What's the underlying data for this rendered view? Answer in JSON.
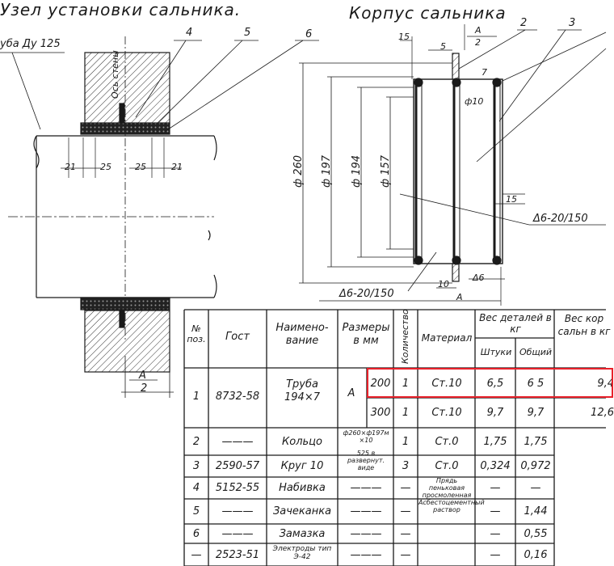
{
  "drawing": {
    "left_title": "Узел установки сальника.",
    "right_title": "Корпус сальника",
    "pipe_label": "уба Ду 125",
    "wall_axis_label": "Ось стены",
    "callouts": [
      "4",
      "5",
      "6",
      "2",
      "3"
    ],
    "left_dims": [
      "21",
      "25",
      "25",
      "21"
    ],
    "right_dims": {
      "top_15": "15",
      "top_5": "5",
      "top_a": "A",
      "top_2": "2",
      "top_7": "7",
      "phi10": "ф10",
      "side_15": "15",
      "d260": "ф 260",
      "d197": "ф 197",
      "d194": "ф 194",
      "d157": "ф 157",
      "weld_right": "Δ6-20/150",
      "weld_bottom": "Δ6-20/150",
      "weld_small": "Δ6",
      "bottom_10": "10",
      "bottom_a": "A",
      "left_a": "A",
      "left_2": "2"
    }
  },
  "table": {
    "headers": {
      "no": "№ поз.",
      "gost": "Гост",
      "name": "Наимено-вание",
      "size": "Размеры в мм",
      "qty": "Количество",
      "material": "Материал",
      "weight_parts": "Вес деталей в кг",
      "weight_unit": "Штуки",
      "weight_total": "Общий",
      "weight_body": "Вес кор сальн в кг"
    },
    "rows": [
      {
        "no": "1",
        "gost": "8732-58",
        "name": "Труба 194×7",
        "size_a": "A",
        "size": "200",
        "qty": "1",
        "material": "Ст.10",
        "w_unit": "6,5",
        "w_total": "6 5",
        "w_body": "9,4"
      },
      {
        "no": "",
        "gost": "",
        "name": "",
        "size_a": "",
        "size": "300",
        "qty": "1",
        "material": "Ст.10",
        "w_unit": "9,7",
        "w_total": "9,7",
        "w_body": "12,6"
      },
      {
        "no": "2",
        "gost": "———",
        "name": "Кольцо",
        "size": "ф260×ф197м ×10",
        "qty": "1",
        "material": "Ст.0",
        "w_unit": "1,75",
        "w_total": "1,75",
        "w_body": ""
      },
      {
        "no": "3",
        "gost": "2590-57",
        "name": "Круг 10",
        "size": "525 в развернут. виде",
        "qty": "3",
        "material": "Ст.0",
        "w_unit": "0,324",
        "w_total": "0,972",
        "w_body": ""
      },
      {
        "no": "4",
        "gost": "5152-55",
        "name": "Набивка",
        "size": "———",
        "qty": "—",
        "material": "Прядь пеньковая просмоленная",
        "w_unit": "—",
        "w_total": "—",
        "w_body": ""
      },
      {
        "no": "5",
        "gost": "———",
        "name": "Зачеканка",
        "size": "———",
        "qty": "—",
        "material": "Асбестоцементный раствор",
        "w_unit": "—",
        "w_total": "1,44",
        "w_body": ""
      },
      {
        "no": "6",
        "gost": "———",
        "name": "Замазка",
        "size": "———",
        "qty": "—",
        "material": "",
        "w_unit": "—",
        "w_total": "0,55",
        "w_body": ""
      },
      {
        "no": "—",
        "gost": "2523-51",
        "name": "Электроды тип Э-42",
        "size": "———",
        "qty": "—",
        "material": "",
        "w_unit": "—",
        "w_total": "0,16",
        "w_body": ""
      }
    ]
  },
  "colors": {
    "ink": "#1a1a1a",
    "highlight": "#e8202a"
  }
}
